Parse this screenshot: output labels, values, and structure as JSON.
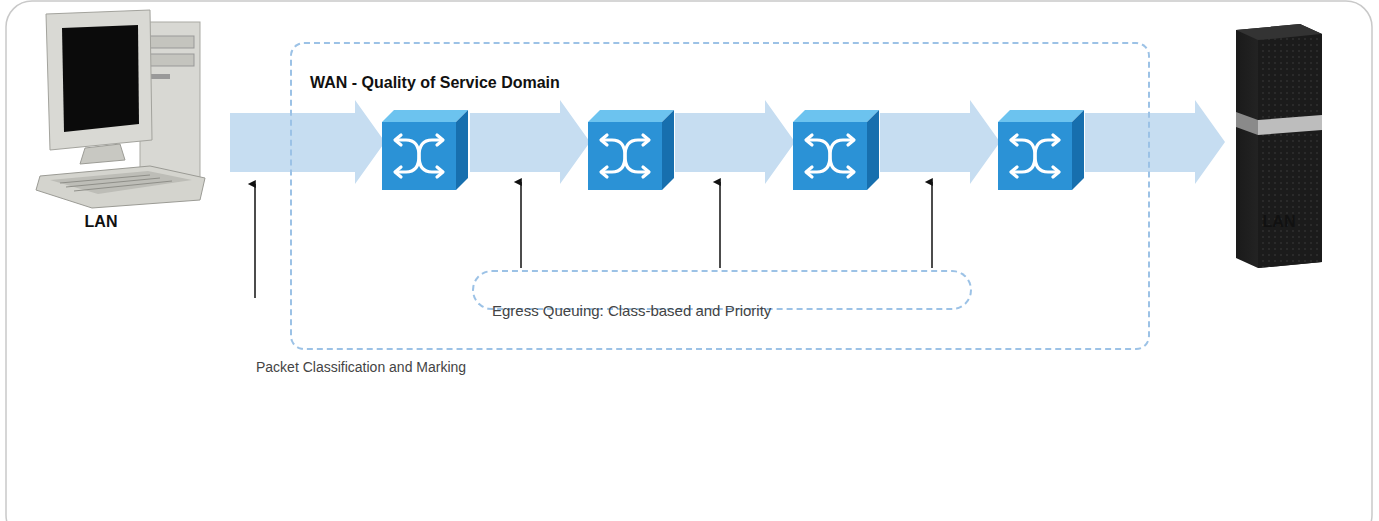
{
  "diagram": {
    "nodes": [
      {
        "text": [
          "WAN - Quality of Service Domain"
        ]
      },
      {
        "text": [
          "Egress Queuing: Class-based and Priority"
        ],
        "in": 0
      }
    ],
    "labels": [
      "LAN",
      "LAN",
      "Packet Classification and Marking"
    ]
  }
}
